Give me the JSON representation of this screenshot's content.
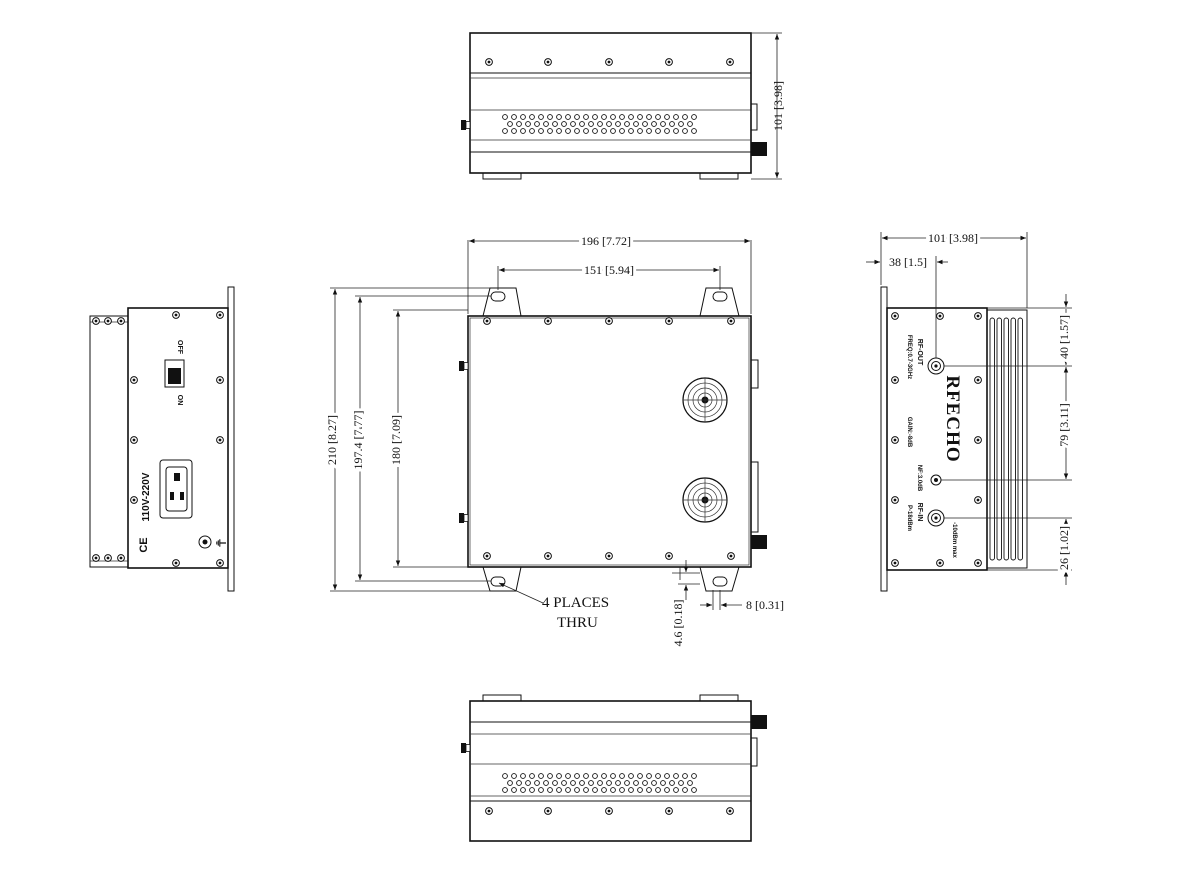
{
  "dimensions": {
    "top_height": "101 [3.98]",
    "front_width": "196 [7.72]",
    "hole_spacing": "151 [5.94]",
    "overall_height": "210 [8.27]",
    "hole_height": "197.4 [7.77]",
    "body_height": "180 [7.09]",
    "ear_depth": "4.6 [0.18]",
    "ear_slot": "8 [0.31]",
    "side_depth": "101 [3.98]",
    "connector_offset": "38 [1.5]",
    "conn_top": "40 [1.57]",
    "conn_mid": "79 [3.11]",
    "conn_bot": "26 [1.02]"
  },
  "notes": {
    "places_line1": "4 PLACES",
    "places_line2": "THRU"
  },
  "left_panel": {
    "switch_off": "OFF",
    "switch_on": "ON",
    "voltage": "110V-220V",
    "ce_mark": "CE",
    "ground_symbol": "⏚"
  },
  "right_panel": {
    "brand": "RFECHO",
    "rf_out": "RF-OUT",
    "freq": "FREQ:0.7-3GHz",
    "gain": "GAIN:-8dB",
    "nf": "NF:3.0dB",
    "rf_in": "RF-IN",
    "p_max": "P-18dBm",
    "in_max": "-10dBm max"
  },
  "colors": {
    "line": "#111111",
    "background": "#ffffff"
  }
}
